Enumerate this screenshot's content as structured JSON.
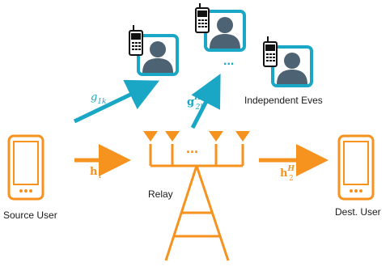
{
  "colors": {
    "accent_orange": "#F6921E",
    "accent_teal": "#19A7C5",
    "person_silhouette": "#4d6272",
    "background_white": "#ffffff",
    "phone_black": "#111111"
  },
  "labels": {
    "source_user": "Source User",
    "relay": "Relay",
    "dest_user": "Dest. User",
    "independent_eves": "Independent Eves"
  },
  "channels": {
    "g1k": {
      "base": "g",
      "sub": "1k"
    },
    "g2kH": {
      "base": "g",
      "sub": "2k",
      "sup": "H"
    },
    "h1": {
      "base": "h",
      "sub": "1"
    },
    "h2H": {
      "base": "h",
      "sub": "2",
      "sup": "H"
    }
  },
  "ellipsis": "..."
}
